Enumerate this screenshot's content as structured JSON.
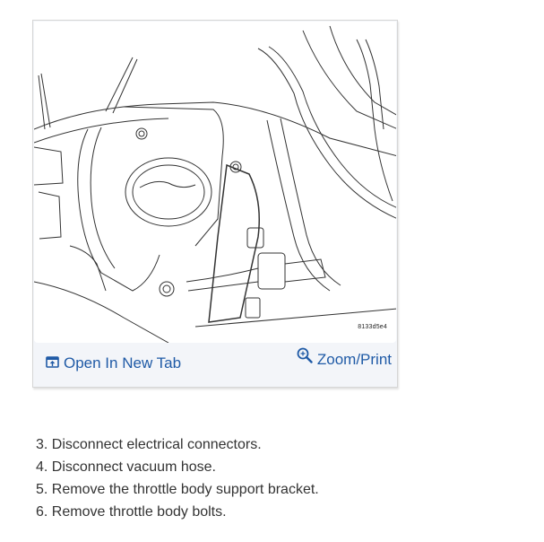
{
  "figure": {
    "code": "8133d5e4",
    "alt": "Line drawing of throttle body with support bracket, electrical connector and vacuum hose"
  },
  "footer": {
    "open_tab_label": "Open In New Tab",
    "open_tab_icon": "open-new-tab-icon",
    "zoom_label": "Zoom/Print",
    "zoom_icon": "zoom-in-icon"
  },
  "steps": [
    "3. Disconnect electrical connectors.",
    "4. Disconnect vacuum hose.",
    "5. Remove the throttle body support bracket.",
    "6. Remove throttle body bolts."
  ],
  "colors": {
    "link": "#1f5aa6",
    "footer_bg": "#f3f5f9",
    "text": "#333333"
  }
}
